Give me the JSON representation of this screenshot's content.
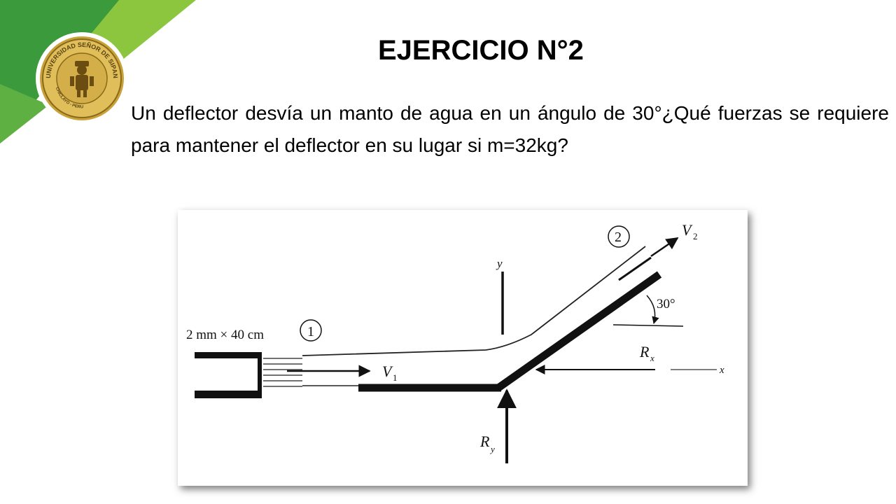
{
  "slide": {
    "title": "EJERCICIO N°2",
    "problem_text": "Un deflector desvía un manto de agua en un ángulo de 30°¿Qué fuerzas se requiere para mantener  el deflector  en su lugar si m=32kg?"
  },
  "logo": {
    "text_top": "UNIVERSIDAD SEÑOR DE SIPAN",
    "text_bottom": "CHICLAYO - PERU"
  },
  "diagram": {
    "nozzle_label": "2 mm × 40 cm",
    "section_1": "1",
    "section_2": "2",
    "velocity_1": "V",
    "velocity_1_sub": "1",
    "velocity_2": "V",
    "velocity_2_sub": "2",
    "angle_label": "30°",
    "force_x": "R",
    "force_x_sub": "x",
    "force_y": "R",
    "force_y_sub": "y",
    "axis_x": "x",
    "axis_y": "y"
  },
  "colors": {
    "green_dark": "#3a9a3c",
    "green_light": "#8cc63f",
    "gold": "#c9a23a"
  }
}
